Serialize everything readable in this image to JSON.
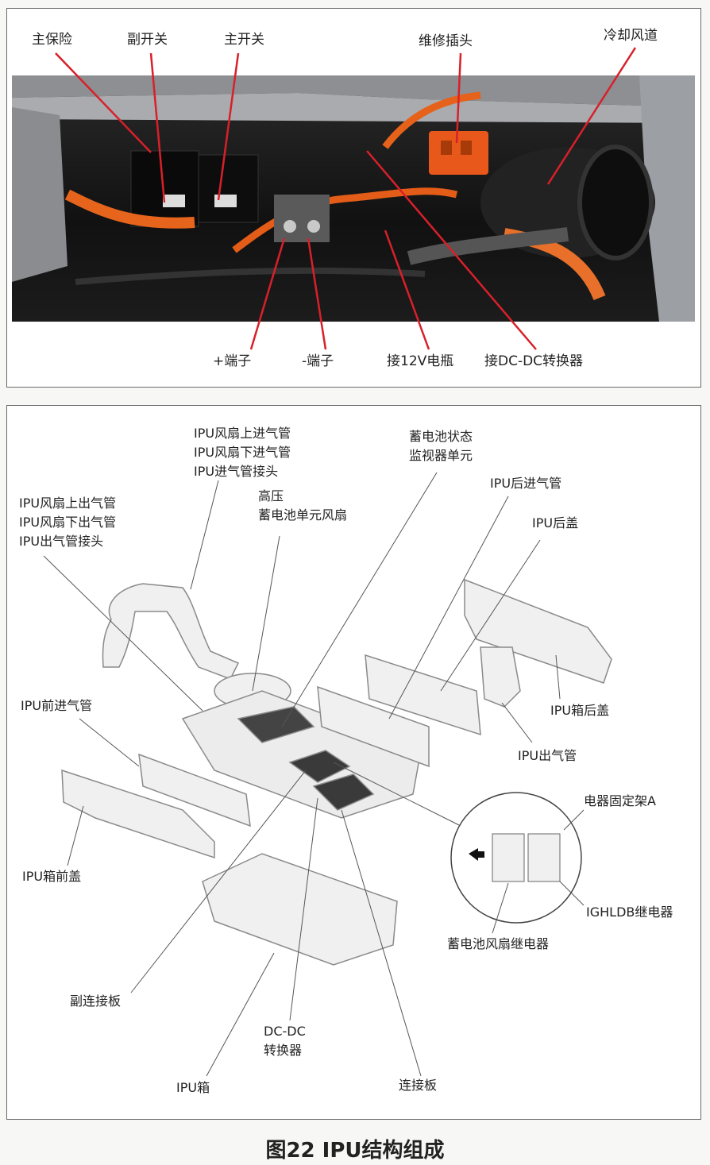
{
  "figure": {
    "caption": "图22 IPU结构组成"
  },
  "top_photo": {
    "labels": {
      "main_fuse": "主保险",
      "sub_switch": "副开关",
      "main_switch": "主开关",
      "service_plug": "维修插头",
      "cooling_duct": "冷却风道",
      "plus_terminal": "+端子",
      "minus_terminal": "-端子",
      "battery_12v": "接12V电瓶",
      "dcdc_conn": "接DC-DC转换器"
    }
  },
  "exploded_view": {
    "labels": {
      "fan_intake_upper": "IPU风扇上进气管",
      "fan_intake_lower": "IPU风扇下进气管",
      "intake_joint": "IPU进气管接头",
      "monitor_1": "蓄电池状态",
      "monitor_2": "监视器单元",
      "rear_intake": "IPU后进气管",
      "fan_outlet_upper": "IPU风扇上出气管",
      "fan_outlet_lower": "IPU风扇下出气管",
      "outlet_joint": "IPU出气管接头",
      "hv_1": "高压",
      "hv_2": "蓄电池单元风扇",
      "rear_cover": "IPU后盖",
      "front_intake": "IPU前进气管",
      "box_rear_cover": "IPU箱后盖",
      "outlet_pipe": "IPU出气管",
      "bracket_a": "电器固定架A",
      "box_front_cover": "IPU箱前盖",
      "ighldb_relay": "IGHLDB继电器",
      "fan_relay": "蓄电池风扇继电器",
      "sub_board": "副连接板",
      "dcdc_1": "DC-DC",
      "dcdc_2": "转换器",
      "ipu_box": "IPU箱",
      "conn_board": "连接板"
    }
  }
}
